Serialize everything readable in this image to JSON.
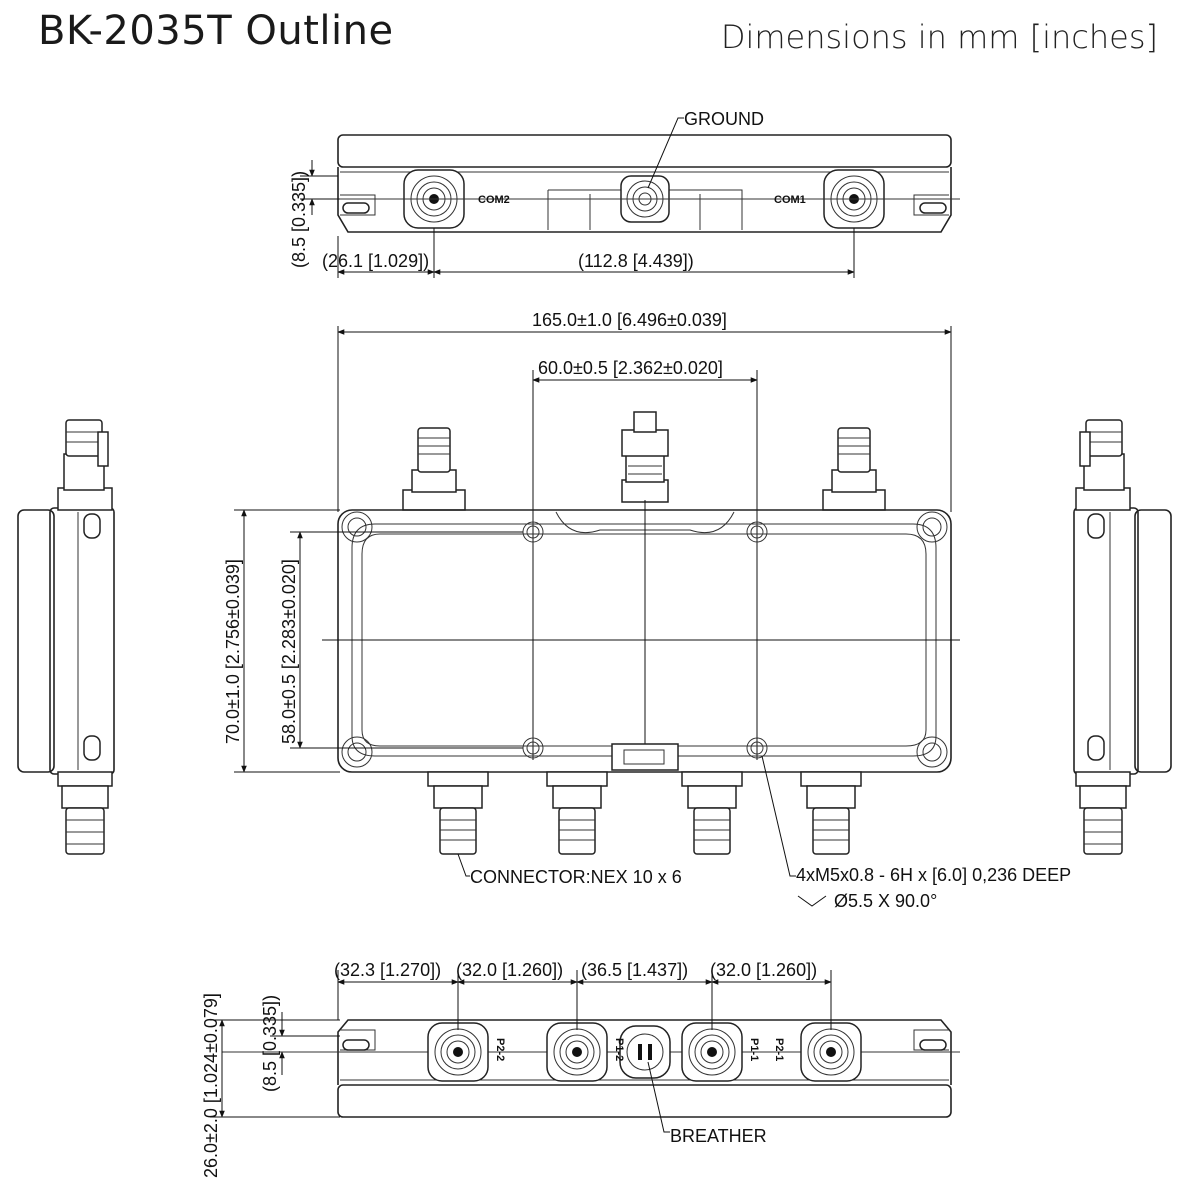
{
  "header": {
    "title": "BK-2035T Outline",
    "units_note": "Dimensions in mm [inches]"
  },
  "top_view": {
    "ground_label": "GROUND",
    "com2_label": "COM2",
    "com1_label": "COM1",
    "dim_height": "(8.5 [0.335])",
    "dim_left": "(26.1 [1.029])",
    "dim_span": "(112.8 [4.439])"
  },
  "front_view": {
    "dim_width": "165.0±1.0 [6.496±0.039]",
    "dim_hole_x": "60.0±0.5 [2.362±0.020]",
    "dim_height": "70.0±1.0 [2.756±0.039]",
    "dim_hole_y": "58.0±0.5 [2.283±0.020]",
    "connector_note": "CONNECTOR:NEX 10 x 6",
    "hole_note_1": "4xM5x0.8 - 6H x [6.0] 0,236 DEEP",
    "hole_note_2": "Ø5.5 X 90.0°"
  },
  "bottom_view": {
    "dim_1": "(32.3 [1.270])",
    "dim_2": "(32.0 [1.260])",
    "dim_3": "(36.5 [1.437])",
    "dim_4": "(32.0 [1.260])",
    "dim_height": "26.0±2.0 [1.024±0.079]",
    "dim_offset": "(8.5 [0.335])",
    "port_labels": [
      "P2-2",
      "P1-2",
      "P1-1",
      "P2-1"
    ],
    "breather_label": "BREATHER"
  },
  "colors": {
    "line": "#222222",
    "background": "#ffffff"
  }
}
